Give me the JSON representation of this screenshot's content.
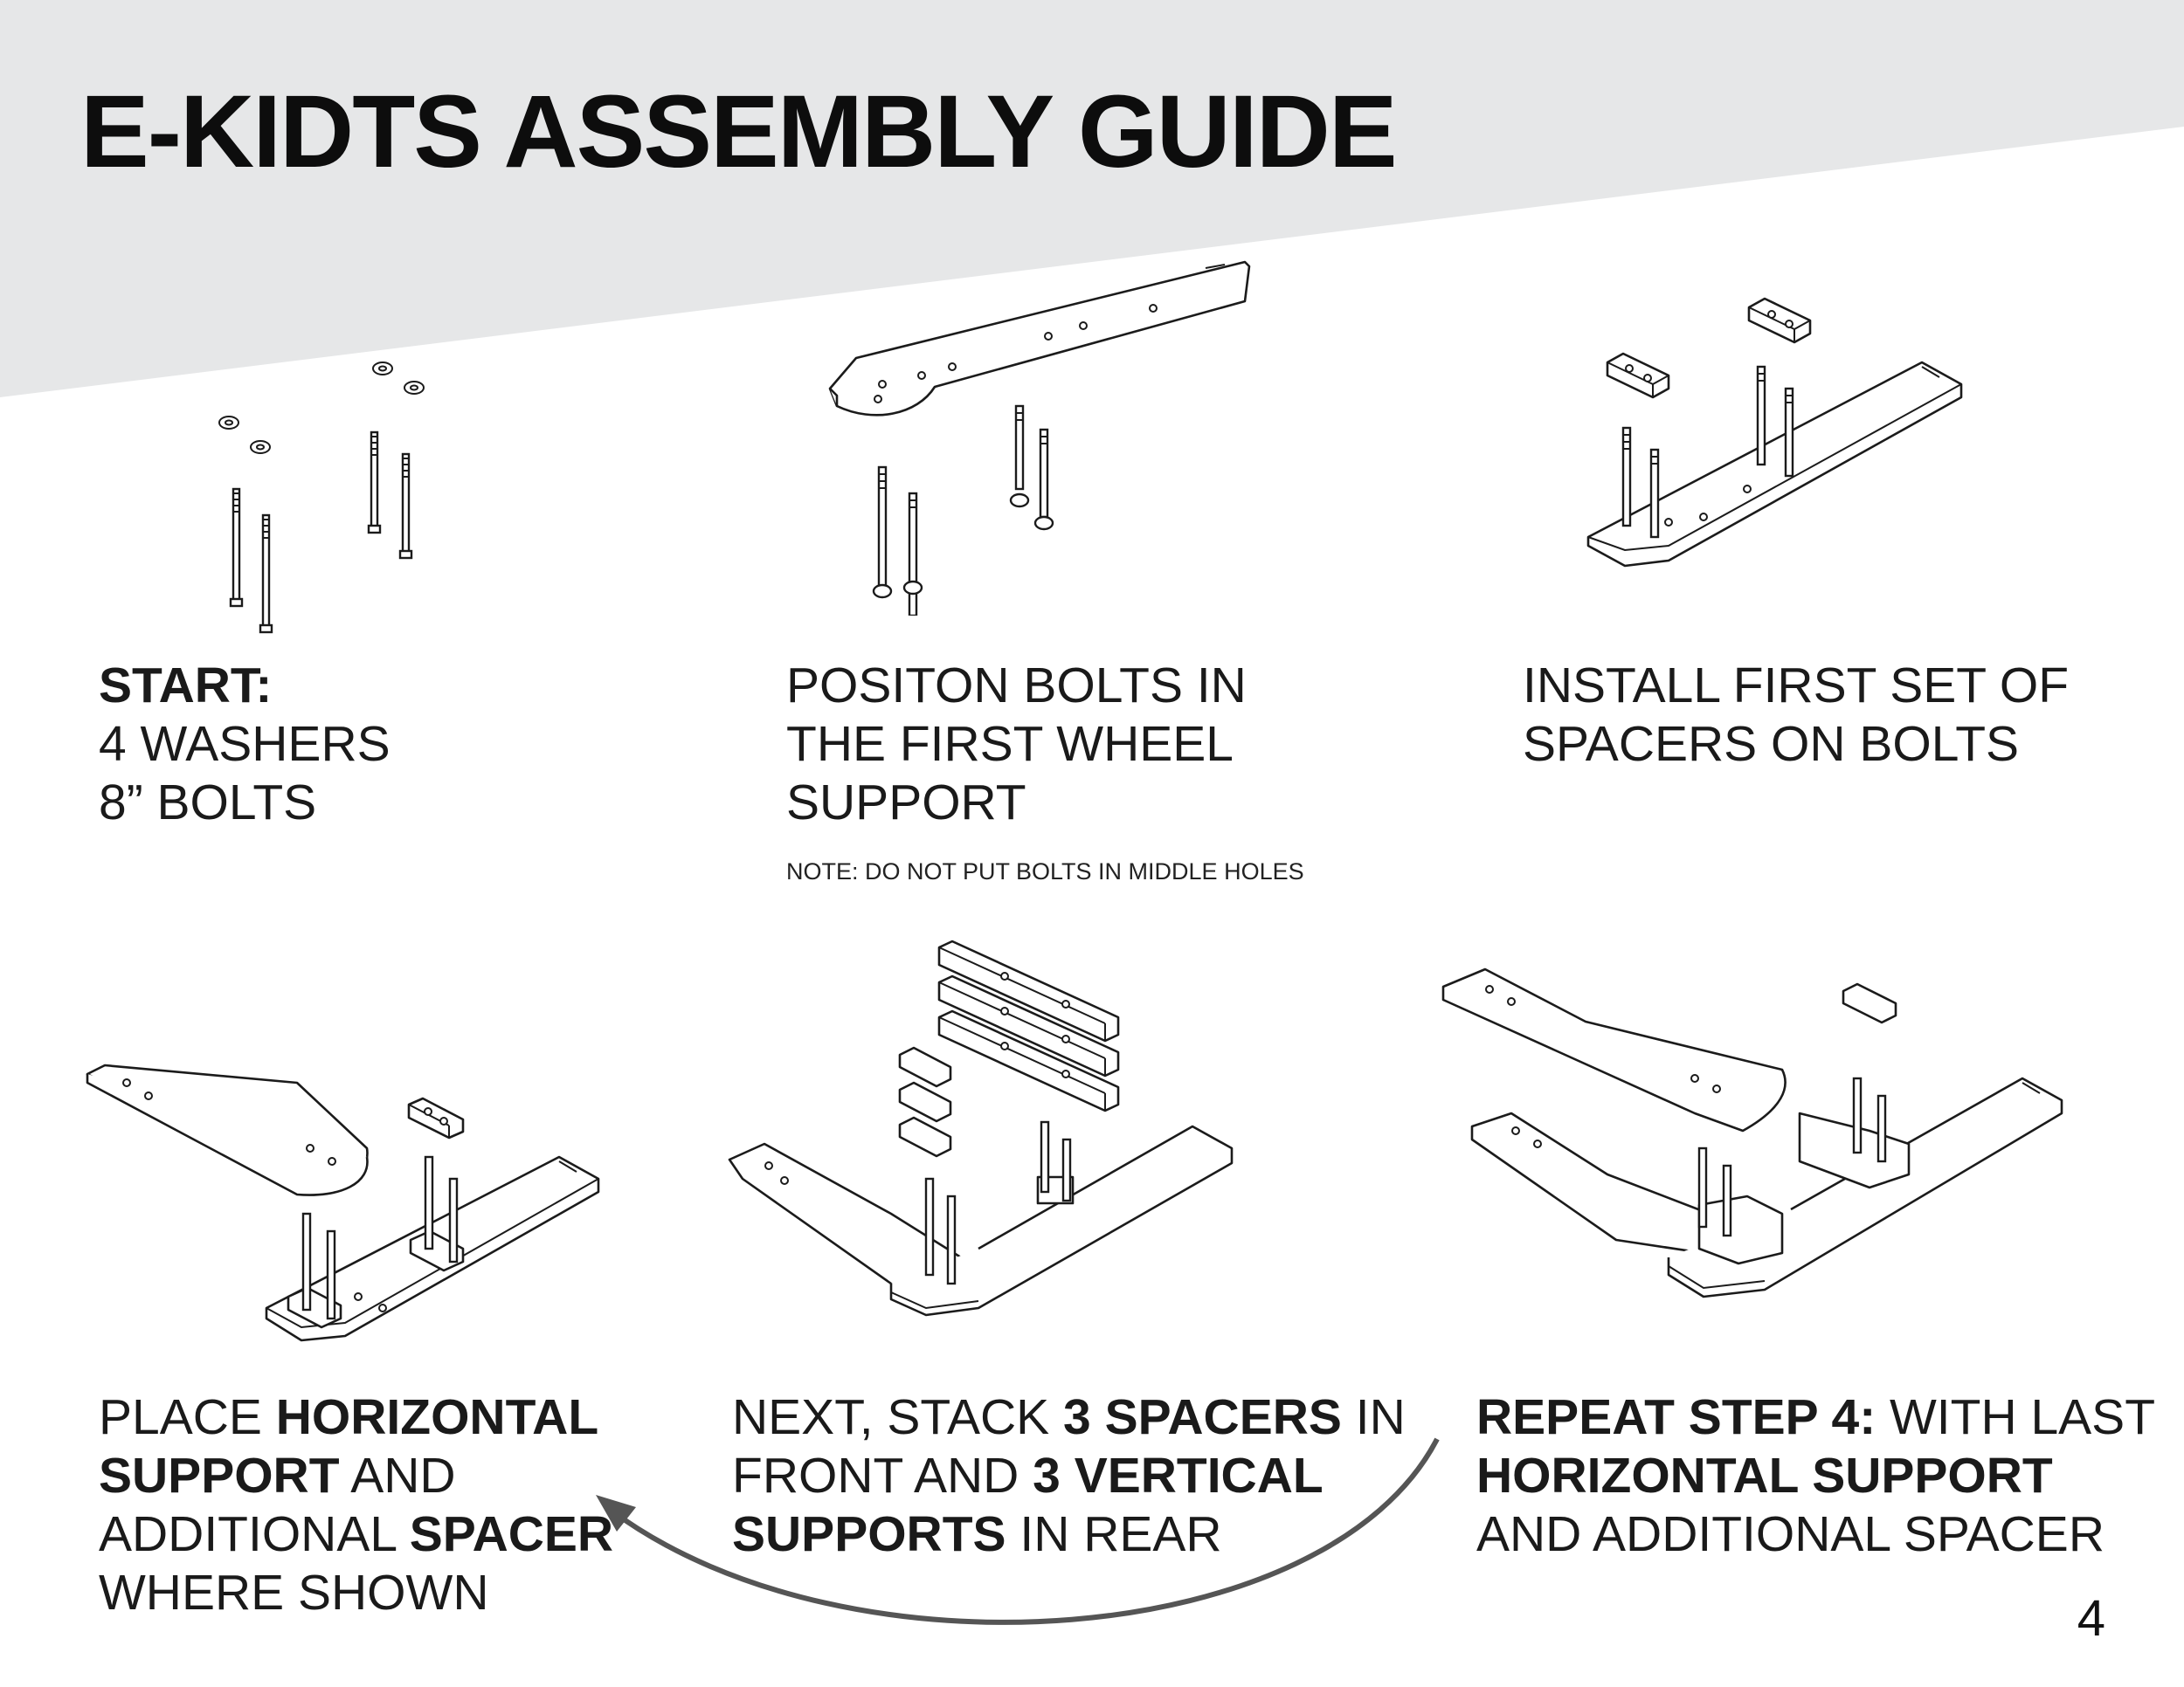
{
  "title": "E-KIDTS ASSEMBLY GUIDE",
  "colors": {
    "banner": "#e6e7e8",
    "text": "#111111",
    "arrow": "#555555"
  },
  "steps": [
    {
      "parts": [
        {
          "t": "START:",
          "b": true
        },
        {
          "br": true
        },
        {
          "t": "4 WASHERS"
        },
        {
          "br": true
        },
        {
          "t": "8” BOLTS"
        }
      ]
    },
    {
      "parts": [
        {
          "t": "POSITON BOLTS IN"
        },
        {
          "br": true
        },
        {
          "t": "THE FIRST WHEEL"
        },
        {
          "br": true
        },
        {
          "t": "SUPPORT"
        }
      ]
    },
    {
      "parts": [
        {
          "t": "INSTALL FIRST SET OF"
        },
        {
          "br": true
        },
        {
          "t": "SPACERS ON BOLTS"
        }
      ]
    },
    {
      "parts": [
        {
          "t": "PLACE "
        },
        {
          "t": "HORIZONTAL",
          "b": true
        },
        {
          "br": true
        },
        {
          "t": "SUPPORT",
          "b": true
        },
        {
          "t": " AND"
        },
        {
          "br": true
        },
        {
          "t": "ADDITIONAL "
        },
        {
          "t": "SPACER",
          "b": true
        },
        {
          "br": true
        },
        {
          "t": "WHERE SHOWN"
        }
      ]
    },
    {
      "parts": [
        {
          "t": "NEXT, STACK "
        },
        {
          "t": "3 SPACERS",
          "b": true
        },
        {
          "t": " IN"
        },
        {
          "br": true
        },
        {
          "t": "FRONT AND "
        },
        {
          "t": "3 VERTICAL",
          "b": true
        },
        {
          "br": true
        },
        {
          "t": "SUPPORTS",
          "b": true
        },
        {
          "t": " IN REAR"
        }
      ]
    },
    {
      "parts": [
        {
          "t": "REPEAT STEP 4:",
          "b": true
        },
        {
          "t": "  WITH LAST"
        },
        {
          "br": true
        },
        {
          "t": "HORIZONTAL SUPPORT",
          "b": true
        },
        {
          "br": true
        },
        {
          "t": "AND ADDITIONAL SPACER"
        }
      ]
    }
  ],
  "note": "NOTE: DO NOT PUT BOLTS IN MIDDLE HOLES",
  "page_number": "4"
}
